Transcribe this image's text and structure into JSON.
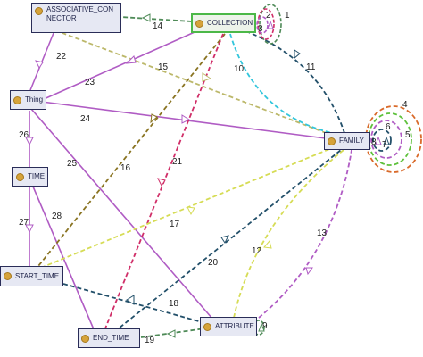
{
  "nodes": {
    "associative_connector": "ASSOCIATIVE_CON NECTOR",
    "collection": "COLLECTION",
    "thing": "Thing",
    "family": "FAMILY",
    "time": "TIME",
    "start_time": "START_TIME",
    "attribute": "ATTRIBUTE",
    "end_time": "END_TIME"
  },
  "edge_labels": [
    "1",
    "2",
    "3",
    "4",
    "5",
    "6",
    "7",
    "8",
    "9",
    "10",
    "11",
    "12",
    "13",
    "14",
    "15",
    "16",
    "17",
    "18",
    "19",
    "20",
    "21",
    "22",
    "23",
    "24",
    "25",
    "26",
    "27",
    "28"
  ],
  "colors": {
    "purple": "#b05cc4",
    "dark_green": "#4e8a57",
    "khaki": "#bcb86a",
    "olive": "#8a7422",
    "crimson": "#d02e68",
    "cyan": "#32c6dc",
    "navy": "#23506a",
    "yellow": "#d6dc55",
    "orange": "#d96a2a",
    "lime": "#5ec13c",
    "node_fill": "#e6e8f3",
    "node_border": "#2a2d58",
    "node_dot": "#d6a33a",
    "selected_border": "#4cb848"
  }
}
